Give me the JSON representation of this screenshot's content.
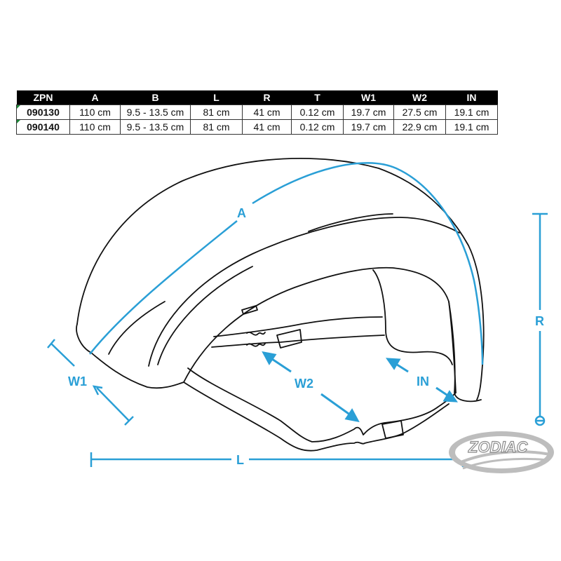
{
  "spec_table": {
    "columns": [
      "ZPN",
      "A",
      "B",
      "L",
      "R",
      "T",
      "W1",
      "W2",
      "IN"
    ],
    "rows": [
      [
        "090130",
        "110 cm",
        "9.5 - 13.5 cm",
        "81 cm",
        "41 cm",
        "0.12 cm",
        "19.7 cm",
        "27.5 cm",
        "19.1 cm"
      ],
      [
        "090140",
        "110 cm",
        "9.5 - 13.5 cm",
        "81 cm",
        "41 cm",
        "0.12 cm",
        "19.7 cm",
        "22.9 cm",
        "19.1 cm"
      ]
    ]
  },
  "diagram": {
    "subject": "fender-sketch",
    "labels": {
      "a": "A",
      "r": "R",
      "w1": "W1",
      "w2": "W2",
      "in": "IN",
      "l": "L"
    },
    "colors": {
      "dimension": "#2a9fd6",
      "sketch": "#111111",
      "logo": "#9a9a9a"
    }
  },
  "logo": {
    "text": "ZODIAC"
  }
}
